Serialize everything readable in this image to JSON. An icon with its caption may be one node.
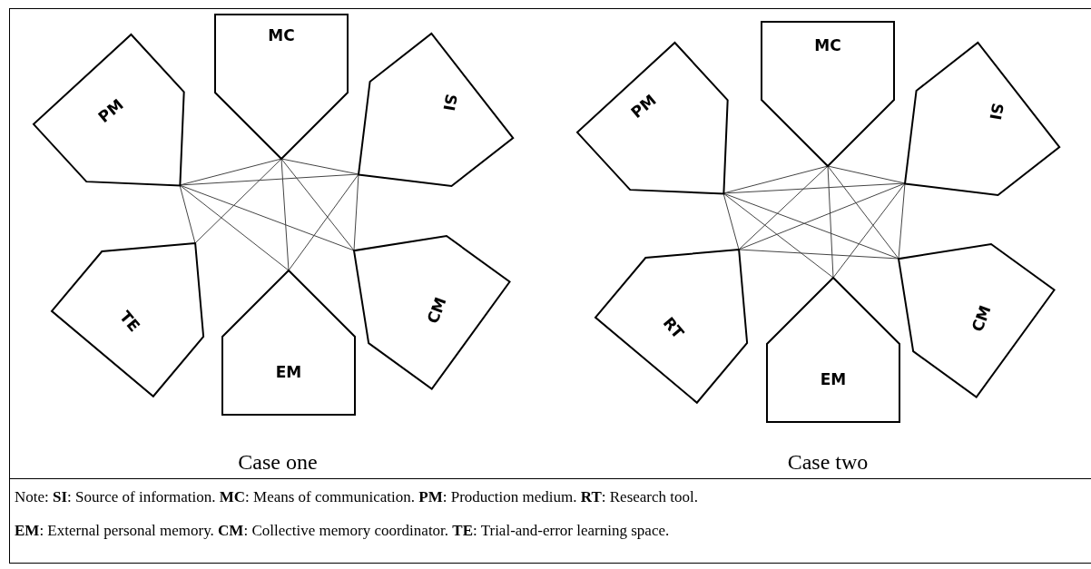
{
  "diagram": {
    "nodes": [
      {
        "text": [
          "PM"
        ]
      },
      {
        "text": [
          "MC"
        ]
      },
      {
        "text": [
          "SI"
        ]
      },
      {
        "text": [
          "TE"
        ]
      },
      {
        "text": [
          "EM"
        ]
      },
      {
        "text": [
          "CM"
        ]
      },
      {
        "text": [
          "PM"
        ]
      },
      {
        "text": [
          "MC"
        ]
      },
      {
        "text": [
          "SI"
        ]
      },
      {
        "text": [
          "RT"
        ]
      },
      {
        "text": [
          "EM"
        ]
      },
      {
        "text": [
          "CM"
        ]
      }
    ],
    "edges": [
      {
        "from": 0,
        "to": 1,
        "arrow": "none"
      },
      {
        "from": 0,
        "to": 2,
        "arrow": "none"
      },
      {
        "from": 0,
        "to": 3,
        "arrow": "none"
      },
      {
        "from": 0,
        "to": 4,
        "arrow": "none"
      },
      {
        "from": 0,
        "to": 5,
        "arrow": "none"
      },
      {
        "from": 1,
        "to": 2,
        "arrow": "none"
      },
      {
        "from": 1,
        "to": 3,
        "arrow": "none"
      },
      {
        "from": 1,
        "to": 4,
        "arrow": "none"
      },
      {
        "from": 1,
        "to": 5,
        "arrow": "none"
      },
      {
        "from": 2,
        "to": 4,
        "arrow": "none"
      },
      {
        "from": 2,
        "to": 5,
        "arrow": "none"
      },
      {
        "from": 6,
        "to": 7,
        "arrow": "none"
      },
      {
        "from": 6,
        "to": 8,
        "arrow": "none"
      },
      {
        "from": 6,
        "to": 9,
        "arrow": "none"
      },
      {
        "from": 6,
        "to": 10,
        "arrow": "none"
      },
      {
        "from": 6,
        "to": 11,
        "arrow": "none"
      },
      {
        "from": 7,
        "to": 8,
        "arrow": "none"
      },
      {
        "from": 7,
        "to": 9,
        "arrow": "none"
      },
      {
        "from": 7,
        "to": 10,
        "arrow": "none"
      },
      {
        "from": 7,
        "to": 11,
        "arrow": "none"
      },
      {
        "from": 8,
        "to": 9,
        "arrow": "none"
      },
      {
        "from": 8,
        "to": 10,
        "arrow": "none"
      },
      {
        "from": 8,
        "to": 11,
        "arrow": "none"
      },
      {
        "from": 9,
        "to": 11,
        "arrow": "none"
      }
    ],
    "labels": [
      "Case one",
      "Case two",
      "Note: **SI**: Source of information. **MC**: Means of communication. **PM**: Production medium. **RT**: Research tool.",
      "**EM**: External personal memory. **CM**: Collective memory coordinator. **TE**: Trial-and-error learning space."
    ]
  }
}
